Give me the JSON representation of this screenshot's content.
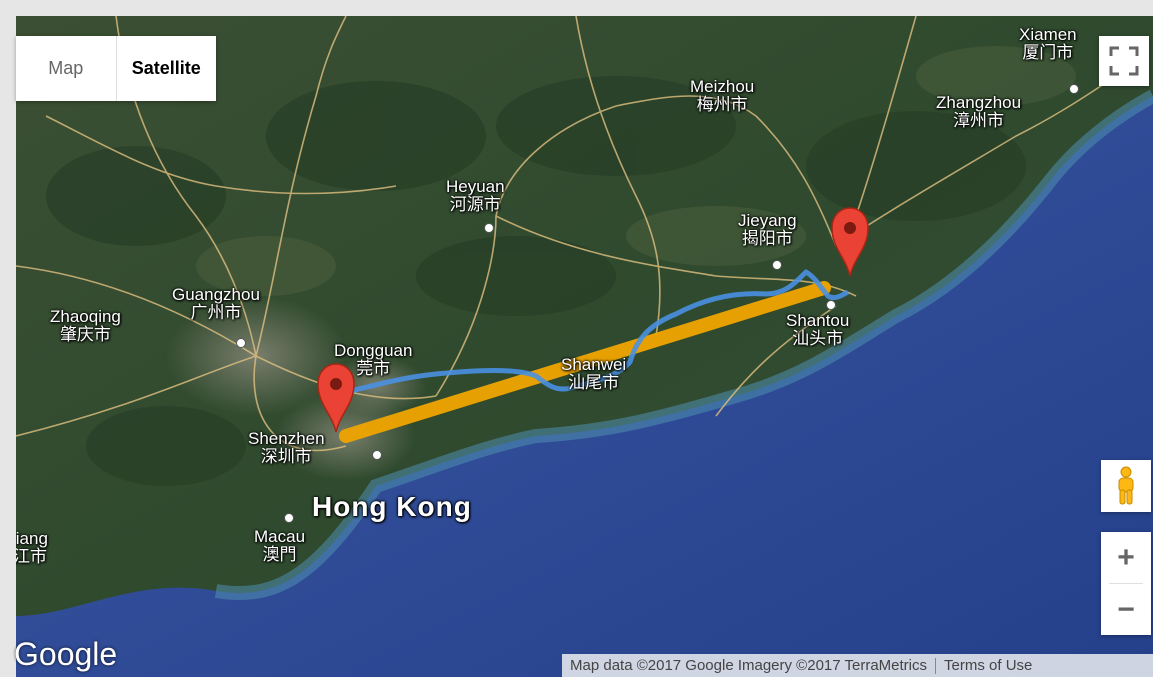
{
  "map_type": {
    "map_label": "Map",
    "satellite_label": "Satellite",
    "selected": "satellite"
  },
  "labels": {
    "xiamen": {
      "en": "Xiamen",
      "zh": "厦门市"
    },
    "meizhou": {
      "en": "Meizhou",
      "zh": "梅州市"
    },
    "zhangzhou": {
      "en": "Zhangzhou",
      "zh": "漳州市"
    },
    "heyuan": {
      "en": "Heyuan",
      "zh": "河源市"
    },
    "jieyang": {
      "en": "Jieyang",
      "zh": "揭阳市"
    },
    "guangzhou": {
      "en": "Guangzhou",
      "zh": "广州市"
    },
    "zhaoqing": {
      "en": "Zhaoqing",
      "zh": "肇庆市"
    },
    "dongguan": {
      "en": "Dongguan",
      "zh": "莞市"
    },
    "shantou": {
      "en": "Shantou",
      "zh": "汕头市"
    },
    "shanwei": {
      "en": "Shanwei",
      "zh": "汕尾市"
    },
    "shenzhen": {
      "en": "Shenzhen",
      "zh": "深圳市"
    },
    "hongkong": {
      "en": "Hong Kong"
    },
    "macau": {
      "en": "Macau",
      "zh": "澳門"
    },
    "jiang": {
      "en": "jiang",
      "zh": "江市"
    }
  },
  "markers": [
    {
      "name": "Shenzhen"
    },
    {
      "name": "Shantou"
    }
  ],
  "route": {
    "driving_color": "#4a90e2",
    "straight_color": "#f0a500"
  },
  "attribution": {
    "data_text": "Map data ©2017 Google Imagery ©2017 TerraMetrics",
    "terms_text": "Terms of Use"
  },
  "logo_text": "Google",
  "colors": {
    "marker": "#ea4335",
    "sea": "#2c4a8f",
    "land": "#2f4a2e"
  },
  "icons": {
    "fullscreen": "fullscreen-icon",
    "pegman": "pegman-icon",
    "zoom_in": "plus-icon",
    "zoom_out": "minus-icon",
    "marker": "map-pin-icon"
  }
}
